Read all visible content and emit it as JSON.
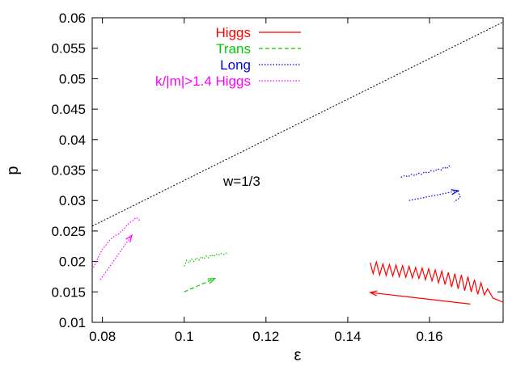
{
  "chart_data": {
    "type": "line",
    "xlabel": "ε",
    "ylabel": "p",
    "xlim": [
      0.0775,
      0.178
    ],
    "ylim": [
      0.01,
      0.06
    ],
    "x_ticks": [
      0.08,
      0.1,
      0.12,
      0.14,
      0.16
    ],
    "y_ticks": [
      0.01,
      0.015,
      0.02,
      0.025,
      0.03,
      0.035,
      0.04,
      0.045,
      0.05,
      0.055,
      0.06
    ],
    "x_tick_labels": [
      "0.08",
      "0.1",
      "0.12",
      "0.14",
      "0.16"
    ],
    "y_tick_labels": [
      "0.01",
      "0.015",
      "0.02",
      "0.025",
      "0.03",
      "0.035",
      "0.04",
      "0.045",
      "0.05",
      "0.055",
      "0.06"
    ],
    "grid": false,
    "legend_position": "top-center",
    "annotation": "w=1/3",
    "series": [
      {
        "name": "Higgs",
        "color": "#ff0000",
        "style": "solid",
        "arrow": {
          "from": [
            0.17,
            0.013
          ],
          "to": [
            0.1455,
            0.0149
          ]
        },
        "points": [
          [
            0.1455,
            0.0198
          ],
          [
            0.1462,
            0.018
          ],
          [
            0.147,
            0.0199
          ],
          [
            0.1478,
            0.0178
          ],
          [
            0.1486,
            0.0196
          ],
          [
            0.1494,
            0.0177
          ],
          [
            0.1502,
            0.0195
          ],
          [
            0.151,
            0.0176
          ],
          [
            0.1518,
            0.0194
          ],
          [
            0.1526,
            0.0175
          ],
          [
            0.1534,
            0.0193
          ],
          [
            0.1542,
            0.0174
          ],
          [
            0.155,
            0.0192
          ],
          [
            0.1558,
            0.0173
          ],
          [
            0.1566,
            0.019
          ],
          [
            0.1574,
            0.0172
          ],
          [
            0.1582,
            0.0189
          ],
          [
            0.159,
            0.017
          ],
          [
            0.1598,
            0.0188
          ],
          [
            0.1606,
            0.0168
          ],
          [
            0.1614,
            0.0186
          ],
          [
            0.1622,
            0.0165
          ],
          [
            0.163,
            0.0184
          ],
          [
            0.1638,
            0.0162
          ],
          [
            0.1646,
            0.0182
          ],
          [
            0.1654,
            0.0158
          ],
          [
            0.1662,
            0.018
          ],
          [
            0.167,
            0.0155
          ],
          [
            0.1678,
            0.0178
          ],
          [
            0.1686,
            0.0152
          ],
          [
            0.1694,
            0.0175
          ],
          [
            0.1702,
            0.015
          ],
          [
            0.171,
            0.017
          ],
          [
            0.1718,
            0.0146
          ],
          [
            0.1726,
            0.0165
          ],
          [
            0.1734,
            0.0145
          ],
          [
            0.1742,
            0.0155
          ],
          [
            0.1755,
            0.014
          ],
          [
            0.178,
            0.0133
          ]
        ]
      },
      {
        "name": "Trans",
        "color": "#00cc00",
        "style": "dashed",
        "arrow": {
          "from": [
            0.1,
            0.015
          ],
          "to": [
            0.1075,
            0.0172
          ]
        },
        "points": [
          [
            0.1,
            0.0192
          ],
          [
            0.1006,
            0.0202
          ],
          [
            0.1012,
            0.0198
          ],
          [
            0.1018,
            0.0204
          ],
          [
            0.1024,
            0.02
          ],
          [
            0.103,
            0.0206
          ],
          [
            0.1036,
            0.0202
          ],
          [
            0.1042,
            0.0208
          ],
          [
            0.1048,
            0.0204
          ],
          [
            0.1054,
            0.0209
          ],
          [
            0.106,
            0.0206
          ],
          [
            0.1066,
            0.0211
          ],
          [
            0.1072,
            0.0208
          ],
          [
            0.1078,
            0.0212
          ],
          [
            0.1084,
            0.021
          ],
          [
            0.109,
            0.0213
          ],
          [
            0.1096,
            0.0211
          ],
          [
            0.1102,
            0.0214
          ],
          [
            0.1108,
            0.0212
          ]
        ]
      },
      {
        "name": "Long",
        "color": "#0000ee",
        "style": "dotted",
        "arrow": {
          "from": [
            0.155,
            0.03
          ],
          "to": [
            0.167,
            0.0316
          ]
        },
        "return": [
          [
            0.167,
            0.0316
          ],
          [
            0.1675,
            0.0305
          ],
          [
            0.166,
            0.0298
          ]
        ],
        "points": [
          [
            0.153,
            0.0338
          ],
          [
            0.154,
            0.0341
          ],
          [
            0.1548,
            0.0339
          ],
          [
            0.1556,
            0.0343
          ],
          [
            0.1564,
            0.0341
          ],
          [
            0.1572,
            0.0345
          ],
          [
            0.158,
            0.0343
          ],
          [
            0.1588,
            0.0347
          ],
          [
            0.1596,
            0.0345
          ],
          [
            0.1604,
            0.0349
          ],
          [
            0.1612,
            0.0348
          ],
          [
            0.162,
            0.0352
          ],
          [
            0.1628,
            0.035
          ],
          [
            0.1636,
            0.0355
          ],
          [
            0.1642,
            0.0352
          ],
          [
            0.1648,
            0.0357
          ],
          [
            0.1652,
            0.0354
          ]
        ]
      },
      {
        "name": "k/|m|>1.4 Higgs",
        "color": "#ff00ff",
        "style": "dotted",
        "arrow": {
          "from": [
            0.0795,
            0.017
          ],
          "to": [
            0.0872,
            0.0243
          ]
        },
        "points": [
          [
            0.0778,
            0.019
          ],
          [
            0.079,
            0.0207
          ],
          [
            0.08,
            0.022
          ],
          [
            0.081,
            0.0228
          ],
          [
            0.0818,
            0.0235
          ],
          [
            0.0826,
            0.024
          ],
          [
            0.0832,
            0.0243
          ],
          [
            0.084,
            0.0245
          ],
          [
            0.0846,
            0.025
          ],
          [
            0.0852,
            0.0252
          ],
          [
            0.0858,
            0.0258
          ],
          [
            0.0864,
            0.0262
          ],
          [
            0.087,
            0.0265
          ],
          [
            0.0876,
            0.0268
          ],
          [
            0.0882,
            0.0272
          ],
          [
            0.0888,
            0.027
          ],
          [
            0.0892,
            0.0266
          ]
        ]
      },
      {
        "name": "",
        "color": "#000000",
        "style": "dotted",
        "points": [
          [
            0.0775,
            0.0258
          ],
          [
            0.178,
            0.0593
          ]
        ]
      }
    ]
  }
}
